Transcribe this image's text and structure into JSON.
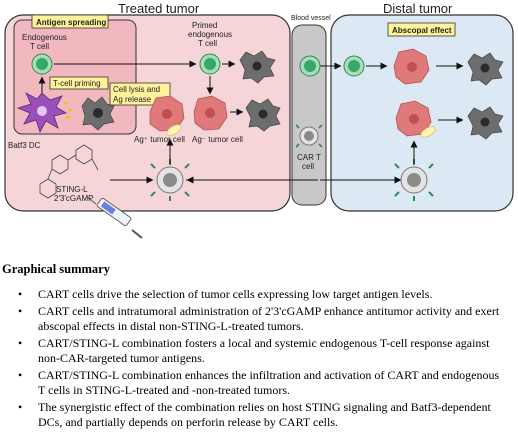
{
  "figure": {
    "treated_title": "Treated tumor",
    "distal_title": "Distal tumor",
    "blood_vessel_label": "Blood vessel",
    "antigen_spreading_label": "Antigen spreading",
    "abscopal_effect_label": "Abscopal effect",
    "endogenous_tcell_label": [
      "Endogenous",
      "T cell"
    ],
    "primed_tcell_label": [
      "Primed",
      "endogenous",
      "T cell"
    ],
    "tcell_priming_label": "T-cell priming",
    "cell_lysis_label": [
      "Cell lysis and",
      "Ag release"
    ],
    "batf3_dc_label": "Batf3 DC",
    "ag_pos_label": "Ag⁺ tumor cell",
    "ag_neg_label": "Ag⁻ tumor cell",
    "sting_label": [
      "STING-L",
      "2′3′cGAMP"
    ],
    "cart_label": [
      "CAR T",
      "cell"
    ],
    "colors": {
      "treated_bg": "#f6d5d8",
      "inner_bg": "#f2b8bf",
      "distal_bg": "#dde8f5",
      "vessel_bg": "#c8c8c8",
      "label_box": "#fff29a",
      "tcell_green": "#37a86a",
      "tumor_pink": "#e07a7a",
      "dc_purple": "#9b4fb8",
      "dead_gray": "#6d6d6d"
    },
    "icons": [
      "syringe-icon",
      "molecule-icon",
      "dead-cell-icon",
      "tumor-cell-icon",
      "t-cell-icon",
      "car-t-cell-icon",
      "dendritic-cell-icon"
    ]
  },
  "summary": {
    "heading": "Graphical summary",
    "bullets": [
      "CART cells drive the selection of tumor cells expressing low target antigen levels.",
      "CART cells and intratumoral administration of 2'3'cGAMP enhance antitumor activity and exert abscopal effects in distal non-STING-L-treated tumors.",
      "CART/STING-L combination fosters a local and systemic endogenous T-cell response against non-CAR-targeted tumor antigens.",
      "CART/STING-L combination enhances the infiltration and activation of CART and endogenous T cells in STING-L-treated and -non-treated tumors.",
      "The synergistic effect of the combination relies on host STING signaling and Batf3-dependent DCs, and partially depends on perforin release by CART cells."
    ]
  }
}
